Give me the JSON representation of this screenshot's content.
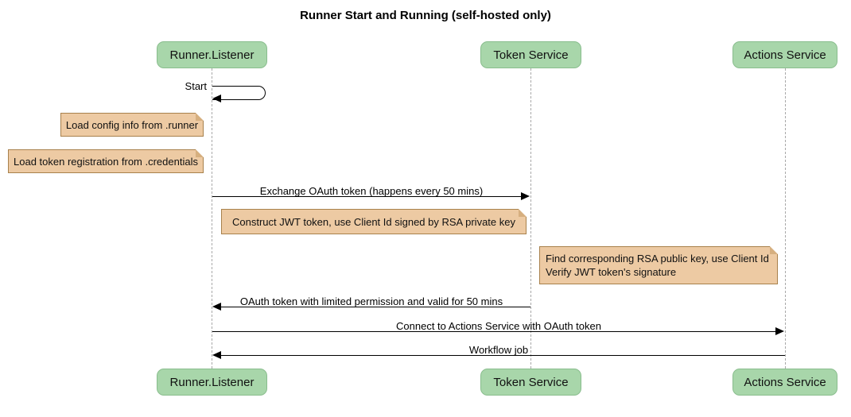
{
  "diagram": {
    "title": "Runner Start and Running (self-hosted only)",
    "participants": [
      {
        "label": "Runner.Listener"
      },
      {
        "label": "Token Service"
      },
      {
        "label": "Actions Service"
      }
    ],
    "messages": [
      {
        "label": "Start",
        "from": "Runner.Listener",
        "to": "Runner.Listener",
        "kind": "self"
      },
      {
        "label": "Exchange OAuth token (happens every 50 mins)",
        "from": "Runner.Listener",
        "to": "Token Service",
        "kind": "solid-arrow"
      },
      {
        "label": "OAuth token with limited permission and valid for 50 mins",
        "from": "Token Service",
        "to": "Runner.Listener",
        "kind": "solid-arrow"
      },
      {
        "label": "Connect to Actions Service with OAuth token",
        "from": "Runner.Listener",
        "to": "Actions Service",
        "kind": "solid-arrow"
      },
      {
        "label": "Workflow job",
        "from": "Actions Service",
        "to": "Runner.Listener",
        "kind": "solid-arrow"
      }
    ],
    "notes": [
      {
        "lines": [
          "Load config info from .runner"
        ]
      },
      {
        "lines": [
          "Load token registration from .credentials"
        ]
      },
      {
        "lines": [
          "Construct JWT token, use Client Id signed by RSA private key"
        ]
      },
      {
        "lines": [
          "Find corresponding RSA public key, use Client Id",
          "Verify JWT token's signature"
        ]
      }
    ],
    "colors": {
      "participant_fill": "#a8d6aa",
      "participant_border": "#89bd8d",
      "note_fill": "#edcaa3",
      "note_border": "#a8814c",
      "note_fold": "#d6af7f",
      "lifeline": "#a9a9a9",
      "message": "#000000"
    }
  }
}
